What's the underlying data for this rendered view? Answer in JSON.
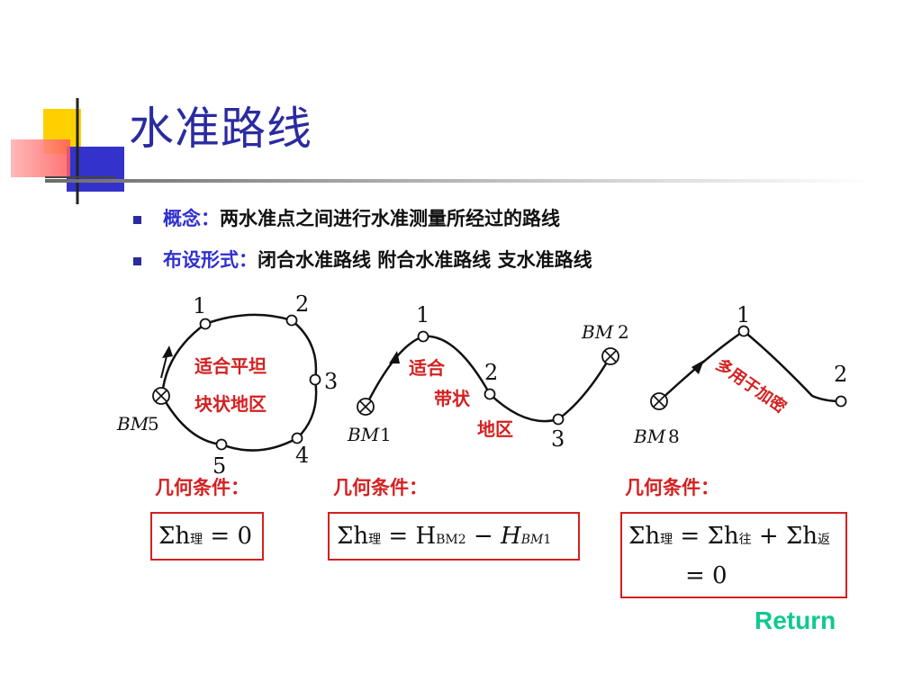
{
  "slide": {
    "title": "水准路线",
    "bullets": [
      {
        "term": "概念：",
        "desc": "两水准点之间进行水准测量所经过的路线"
      },
      {
        "term": "布设形式：",
        "desc": "闭合水准路线 附合水准路线 支水准路线"
      }
    ]
  },
  "figures": {
    "closed": {
      "points": [
        "1",
        "2",
        "3",
        "4",
        "5"
      ],
      "benchmark": "BM",
      "benchmark_num": "5",
      "note_line1": "适合平坦",
      "note_line2": "块状地区"
    },
    "annexed": {
      "points": [
        "1",
        "2",
        "3"
      ],
      "start_bm": "BM",
      "start_num": "1",
      "end_bm": "BM",
      "end_num": "2",
      "note_line1": "适合",
      "note_line2": "带状",
      "note_line3": "地区"
    },
    "spur": {
      "points": [
        "1",
        "2"
      ],
      "bm": "BM",
      "bm_num": "8",
      "note": "多用于加密"
    }
  },
  "conditions": {
    "label": "几何条件：",
    "closed": {
      "sigma_h": "Σh",
      "sub_theory": "理",
      "eq": "= 0"
    },
    "annexed": {
      "sigma_h": "Σh",
      "sub_theory": "理",
      "eq": "= H",
      "sub_bm2": "BM2",
      "minus": "−",
      "h_italic": "H",
      "sub_bm1": "BM",
      "sub_bm1_num": "1"
    },
    "spur": {
      "sigma_h": "Σh",
      "sub_theory": "理",
      "eq_sigma": "= Σh",
      "sub_forward": "往",
      "plus": "+ Σh",
      "sub_back": "返",
      "line2": "= 0"
    }
  },
  "nav": {
    "return_label": "Return"
  },
  "colors": {
    "title": "#2b2ba0",
    "term": "#3030d0",
    "red": "#d42020",
    "return": "#10c890"
  }
}
